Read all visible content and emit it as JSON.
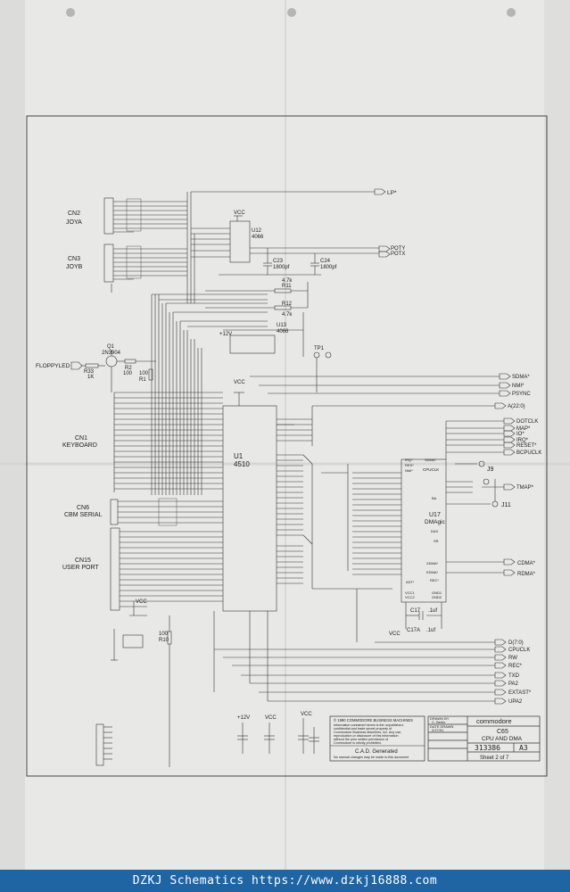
{
  "connectors": {
    "cn2": {
      "ref": "CN2",
      "name": "JOYA"
    },
    "cn3": {
      "ref": "CN3",
      "name": "JOYB"
    },
    "cn1": {
      "ref": "CN1",
      "name": "KEYBOARD"
    },
    "cn6": {
      "ref": "CN6",
      "name": "CBM SERIAL"
    },
    "cn15": {
      "ref": "CN15",
      "name": "USER PORT"
    }
  },
  "chips": {
    "u12": {
      "ref": "U12",
      "part": "4066"
    },
    "u13": {
      "ref": "U13",
      "part": "4066"
    },
    "u1": {
      "ref": "U1",
      "part": "4510"
    },
    "u17": {
      "ref": "U17",
      "part": "DMAgic"
    }
  },
  "passives": {
    "c23": "C23",
    "c23_val": "1800pf",
    "c24": "C24",
    "c24_val": "1800pf",
    "r11": "R11",
    "r11_val": "4.7k",
    "r12": "R12",
    "r12_val": "4.7k",
    "q1": "Q1",
    "q1_part": "2N3904",
    "r2": "R2",
    "r2_val": "100",
    "r1": "R1",
    "r1_val": "100",
    "r33": "R33",
    "r33_val": "1K",
    "r10": "R10",
    "r10_val": "100",
    "c17": "C17",
    "c17_val": ".1uf",
    "c17a": "C17A",
    "c17a_val": ".1uf",
    "tp1": "TP1",
    "j9": "J9",
    "j11": "J11"
  },
  "signals": {
    "lp": "LP*",
    "potx": "POTX",
    "poty": "POTY",
    "floppyled": "FLOPPYLED",
    "sdma": "SDMA*",
    "nmi": "NMI*",
    "psync": "PSYNC",
    "addr": "A(22:0)",
    "dotclk": "DOTCLK",
    "map": "MAP*",
    "io": "IO*",
    "irq": "IRQ*",
    "reset": "RESET*",
    "bcpuclk": "BCPUCLK",
    "tmap": "TMAP*",
    "cdma": "CDMA*",
    "rdma": "RDMA*",
    "data": "D(7:0)",
    "cpuclk": "CPUCLK",
    "rw": "RW",
    "rec": "REC*",
    "txd": "TXD",
    "pa2": "PA2",
    "extast": "EXTAST*",
    "upa2": "UPA2",
    "vcc": "VCC",
    "p12v": "+12V"
  },
  "u17_pins": {
    "cpuclk": "CPUCLK",
    "sdma": "SDMA*",
    "irq": "IRQ*",
    "res": "RES*",
    "nmi": "NMI*",
    "ba": "BA",
    "dax": "DAX",
    "sr": "SR",
    "vcc1": "VCC1",
    "vcc2": "VCC2",
    "gnd1": "GND1",
    "gnd2": "GND2",
    "rec": "REC*",
    "xdma": "XDMA*",
    "edma": "EDMA*",
    "ast": "AST*"
  },
  "notice": {
    "line1": "© 1990 COMMODORE BUSINESS MACHINES",
    "line2": "Information contained herein is the unpublished,",
    "line3": "confidential and trade secret property of",
    "line4": "Commodore Business Machines, Inc. Any use,",
    "line5": "reproduction or disclosure of this information",
    "line6": "without the prior written permission of",
    "line7": "Commodore is strictly prohibited.",
    "cad": "C.A.D. Generated",
    "manual": "No manual changes may be made to this document"
  },
  "titleblock": {
    "drawn_label": "DRAWN BY",
    "drawn": "C. Berlin",
    "date_label": "DATE DRAWN",
    "date": "2/27/91",
    "company": "commodore",
    "title1": "C65",
    "title2": "CPU AND DMA",
    "part_no": "313386",
    "rev": "A3",
    "sheet": "Sheet 2 of 7"
  },
  "footer": "DZKJ Schematics https://www.dzkj16888.com"
}
